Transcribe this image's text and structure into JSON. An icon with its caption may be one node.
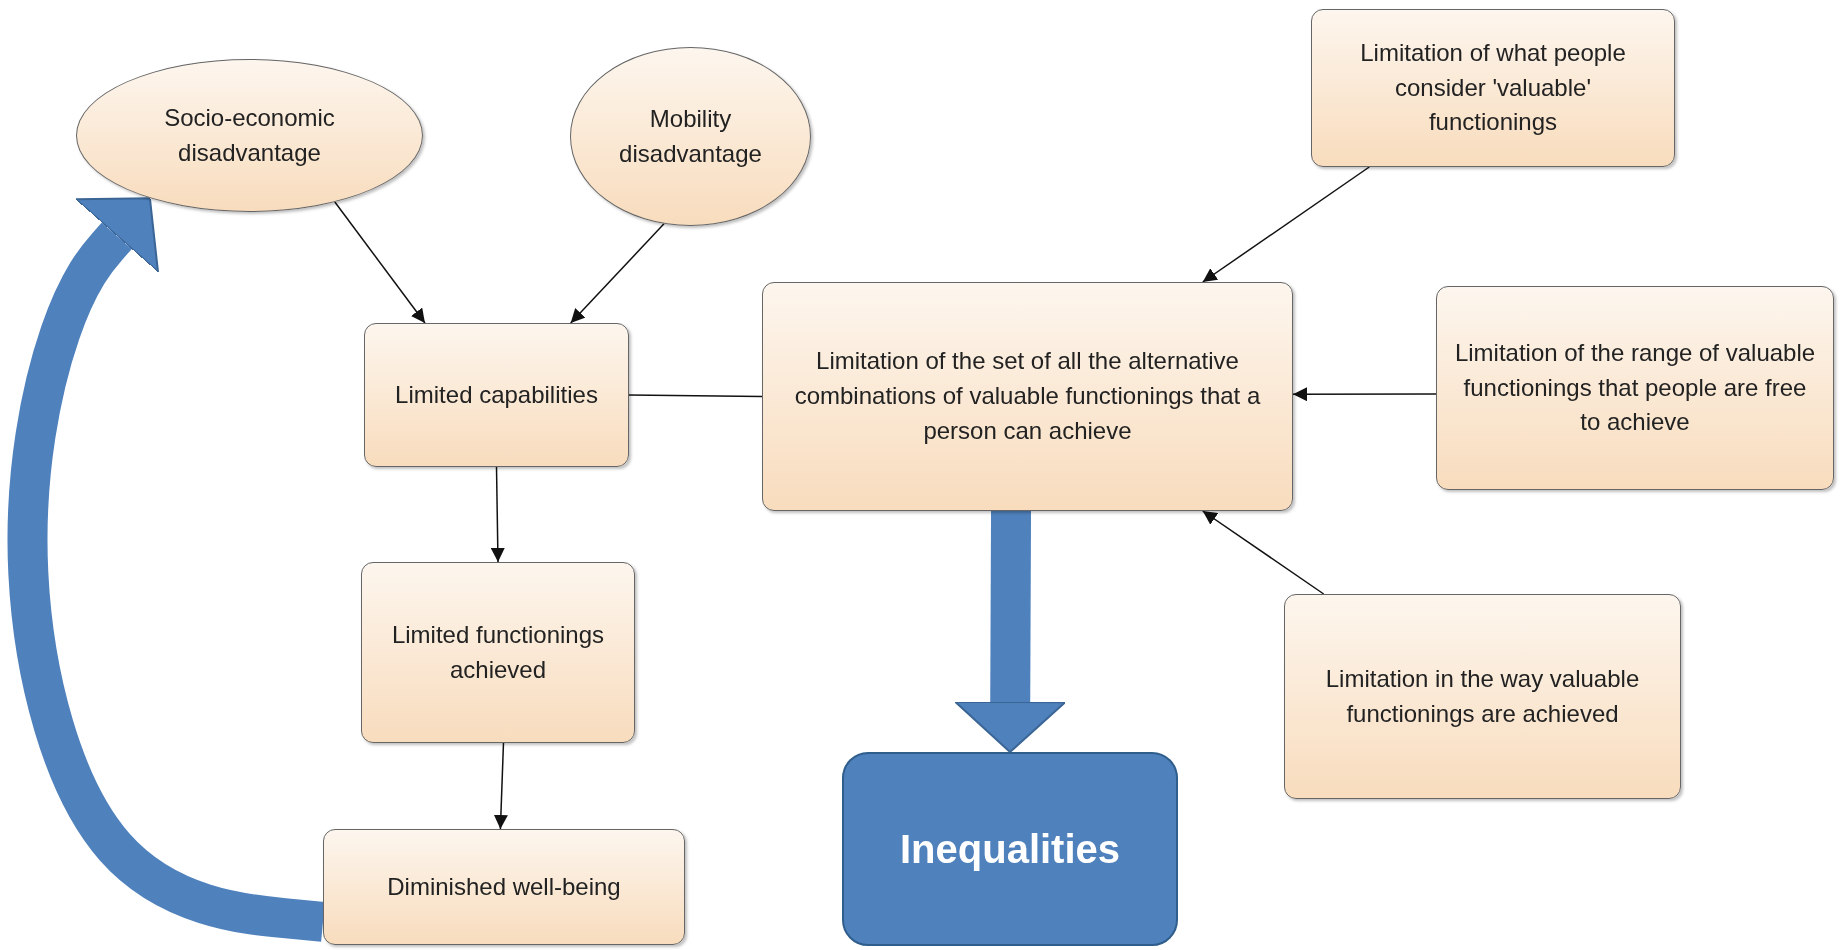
{
  "diagram": {
    "nodes": [
      {
        "text": [
          "Socio-economic disadvantage"
        ]
      },
      {
        "text": [
          "Mobility disadvantage"
        ]
      },
      {
        "text": [
          "Limitation of what people consider 'valuable' functionings"
        ]
      },
      {
        "text": [
          "Limited capabilities"
        ]
      },
      {
        "text": [
          "Limitation of the set of all the alternative combinations of valuable functionings that a person can achieve"
        ]
      },
      {
        "text": [
          "Limitation of the range of valuable functionings that people are free to achieve"
        ]
      },
      {
        "text": [
          "Limited functionings achieved"
        ]
      },
      {
        "text": [
          "Limitation in the way valuable functionings are achieved"
        ]
      },
      {
        "text": [
          "Diminished well-being"
        ]
      },
      {
        "text": [
          "Inequalities"
        ]
      }
    ],
    "edges": [
      {
        "from": 0,
        "to": 3,
        "arrow": "to"
      },
      {
        "from": 1,
        "to": 3,
        "arrow": "to"
      },
      {
        "from": 2,
        "to": 4,
        "arrow": "to"
      },
      {
        "from": 5,
        "to": 4,
        "arrow": "to"
      },
      {
        "from": 7,
        "to": 4,
        "arrow": "to"
      },
      {
        "from": 3,
        "to": 4,
        "arrow": "none"
      },
      {
        "from": 3,
        "to": 6,
        "arrow": "to"
      },
      {
        "from": 6,
        "to": 8,
        "arrow": "to"
      },
      {
        "from": 4,
        "to": 9,
        "arrow": "to",
        "style": "thick",
        "color": "#4f81bd"
      },
      {
        "from": 8,
        "to": 0,
        "arrow": "to",
        "style": "thick",
        "color": "#4f81bd"
      }
    ]
  }
}
